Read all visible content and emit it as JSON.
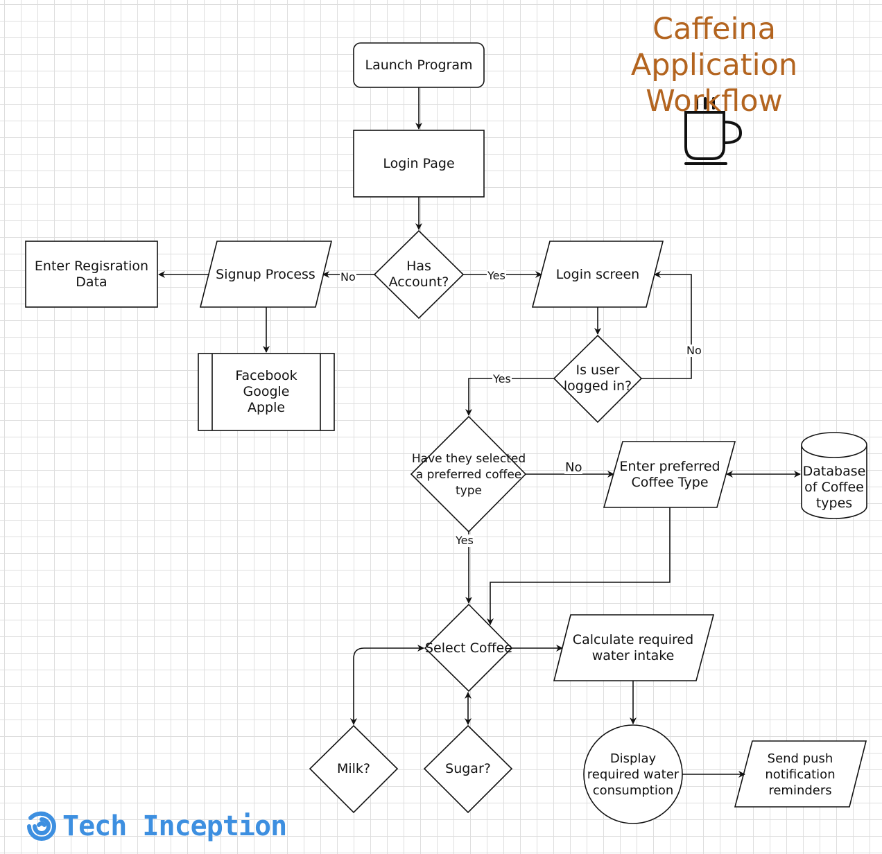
{
  "title": "Caffeina Application\nWorkflow",
  "colors": {
    "title": "#b3641f",
    "brand": "#3d8fe0",
    "stroke": "#111111"
  },
  "nodes": {
    "launch": "Launch Program",
    "login_page": "Login Page",
    "has_account": "Has\nAccount?",
    "signup": "Signup Process",
    "enter_registration": "Enter Regisration\nData",
    "social": "Facebook\nGoogle\nApple",
    "login_screen": "Login screen",
    "is_logged_in": "Is user\nlogged in?",
    "selected_coffee": "Have they selected\na preferred coffee\ntype",
    "enter_coffee": "Enter preferred\nCoffee Type",
    "database": "Database\nof Coffee\ntypes",
    "select_coffee": "Select Coffee",
    "calc_water": "Calculate required\nwater intake",
    "milk": "Milk?",
    "sugar": "Sugar?",
    "display_water": "Display\nrequired water\nconsumption",
    "push": "Send push\nnotification\nreminders"
  },
  "edge_labels": {
    "no_signup": "No",
    "yes_login": "Yes",
    "no_relogin": "No",
    "yes_logged": "Yes",
    "no_pref": "No",
    "yes_pref": "Yes"
  },
  "icons": {
    "cup": "coffee-cup-icon",
    "brand_logo": "swirl-logo-icon"
  },
  "brand": "Tech Inception"
}
